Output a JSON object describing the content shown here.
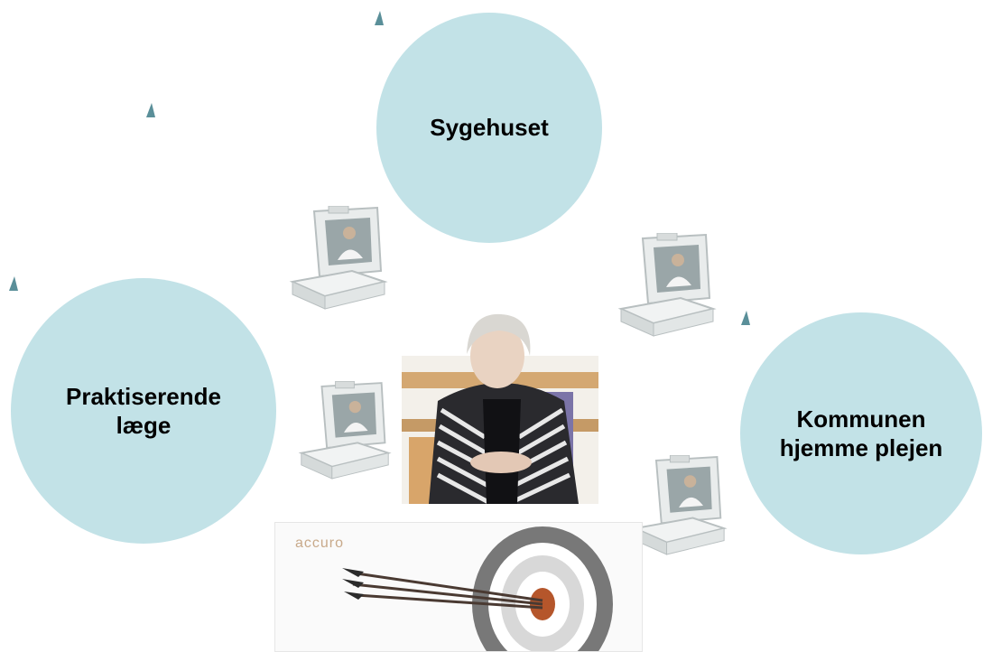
{
  "nodes": {
    "hospital": {
      "label": "Sygehuset"
    },
    "gp": {
      "label": "Praktiserende\nlæge"
    },
    "municipality": {
      "label": "Kommunen\nhjemme plejen"
    }
  },
  "logo": {
    "text": "accuro"
  },
  "colors": {
    "circle_fill": "#c2e2e7",
    "tick": "#5a8f99",
    "device_shell": "#e9ecec",
    "device_screen": "#9aa6a8",
    "logo_text": "#c8a98a",
    "target_outer": "#787878",
    "target_ring": "#d8d8d8",
    "target_center": "#b5562b"
  },
  "icons": [
    "telemedicine-device-icon",
    "target-with-arrows-icon",
    "tick-mark-icon"
  ]
}
